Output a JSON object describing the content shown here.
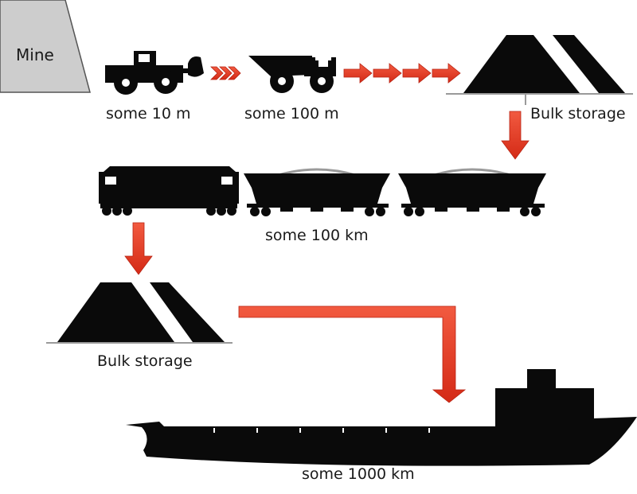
{
  "nodes": {
    "mine": "Mine",
    "loader_distance": "some 10 m",
    "truck_distance": "some 100 m",
    "bulk_storage_top": "Bulk storage",
    "train_distance": "some 100 km",
    "bulk_storage_bottom": "Bulk storage",
    "ship_distance": "some 1000 km"
  },
  "colors": {
    "arrow": "#e8321e",
    "arrow_edge": "#b82414",
    "silhouette": "#0a0a0a",
    "mine_fill": "#cdcdcd",
    "ground": "#9a9a9a"
  }
}
